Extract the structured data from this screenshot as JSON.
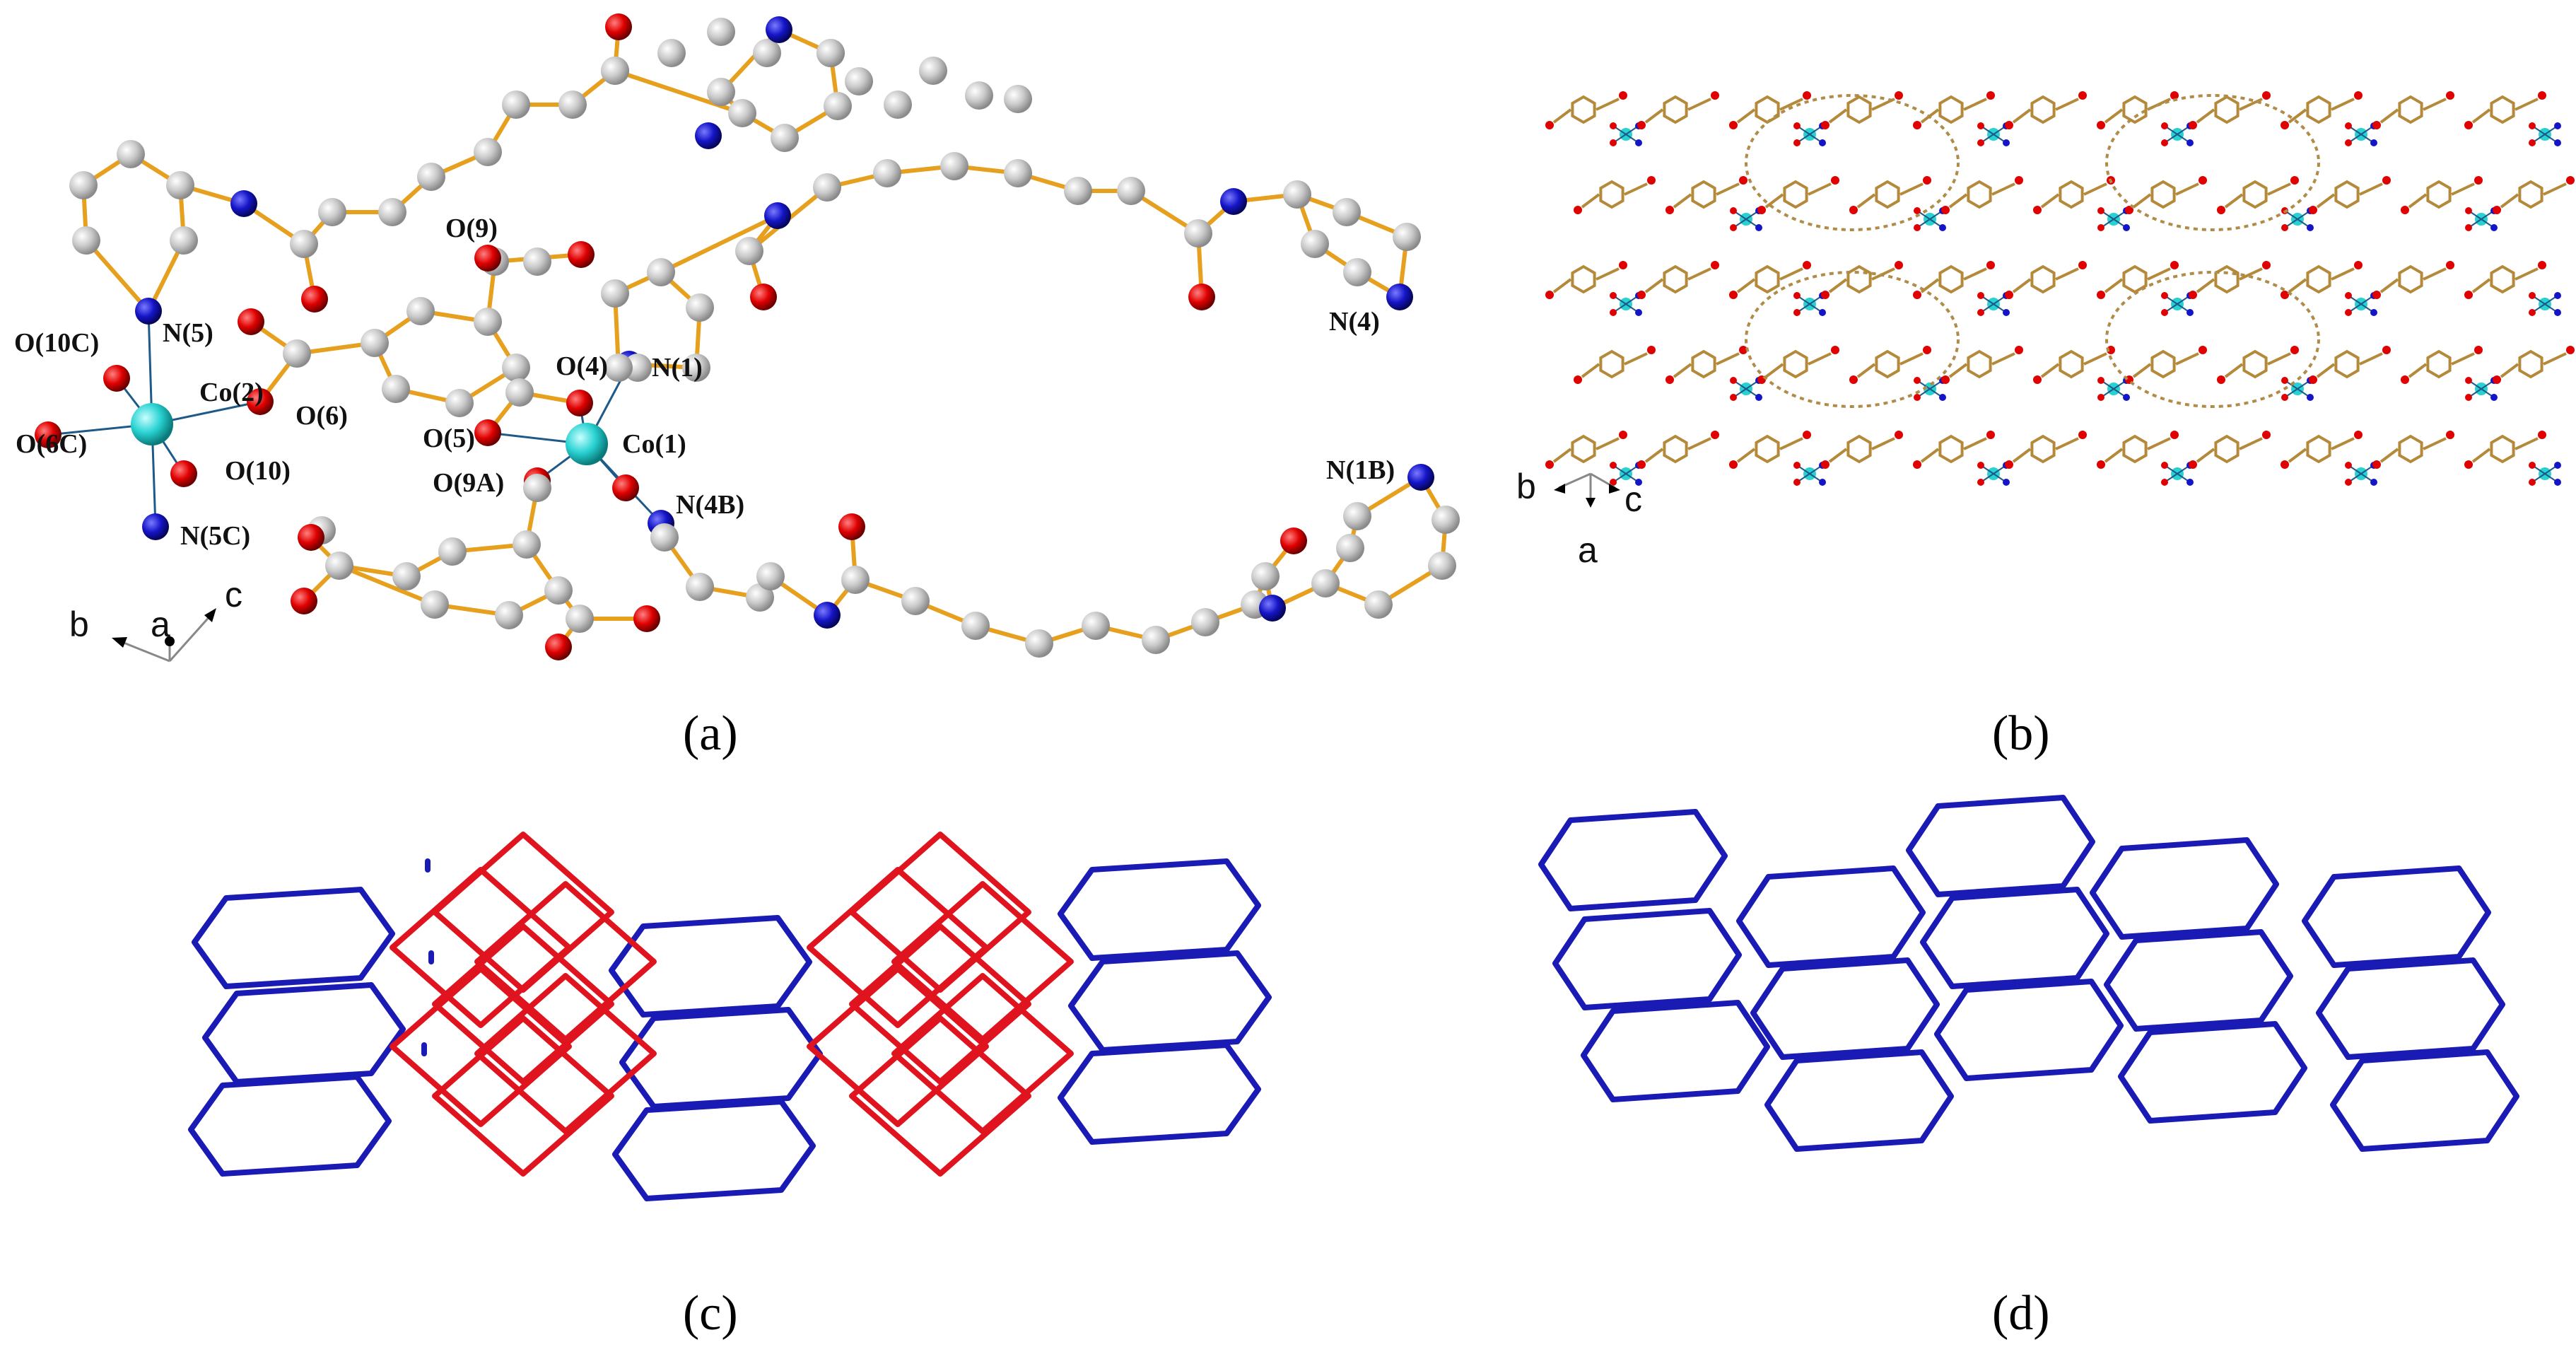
{
  "panels": {
    "a": {
      "caption": "(a)",
      "atom_labels": [
        "O(9)",
        "O(10C)",
        "N(5)",
        "Co(2)",
        "O(6)",
        "O(6C)",
        "O(10)",
        "N(5C)",
        "O(4)",
        "N(1)",
        "O(5)",
        "Co(1)",
        "O(9A)",
        "N(4B)",
        "N(4)",
        "N(1B)"
      ],
      "axes": {
        "b": "b",
        "a": "a",
        "c": "c"
      }
    },
    "b": {
      "caption": "(b)",
      "axes": {
        "b": "b",
        "a": "a",
        "c": "c"
      }
    },
    "c": {
      "caption": "(c)"
    },
    "d": {
      "caption": "(d)"
    }
  },
  "colors": {
    "carbon": "#c9c9c9",
    "nitrogen": "#1515c8",
    "oxygen": "#e00000",
    "cobalt": "#29d2d2",
    "bond": "#e6a01e",
    "net_blue": "#1a1ab4",
    "net_red": "#e0141e"
  }
}
